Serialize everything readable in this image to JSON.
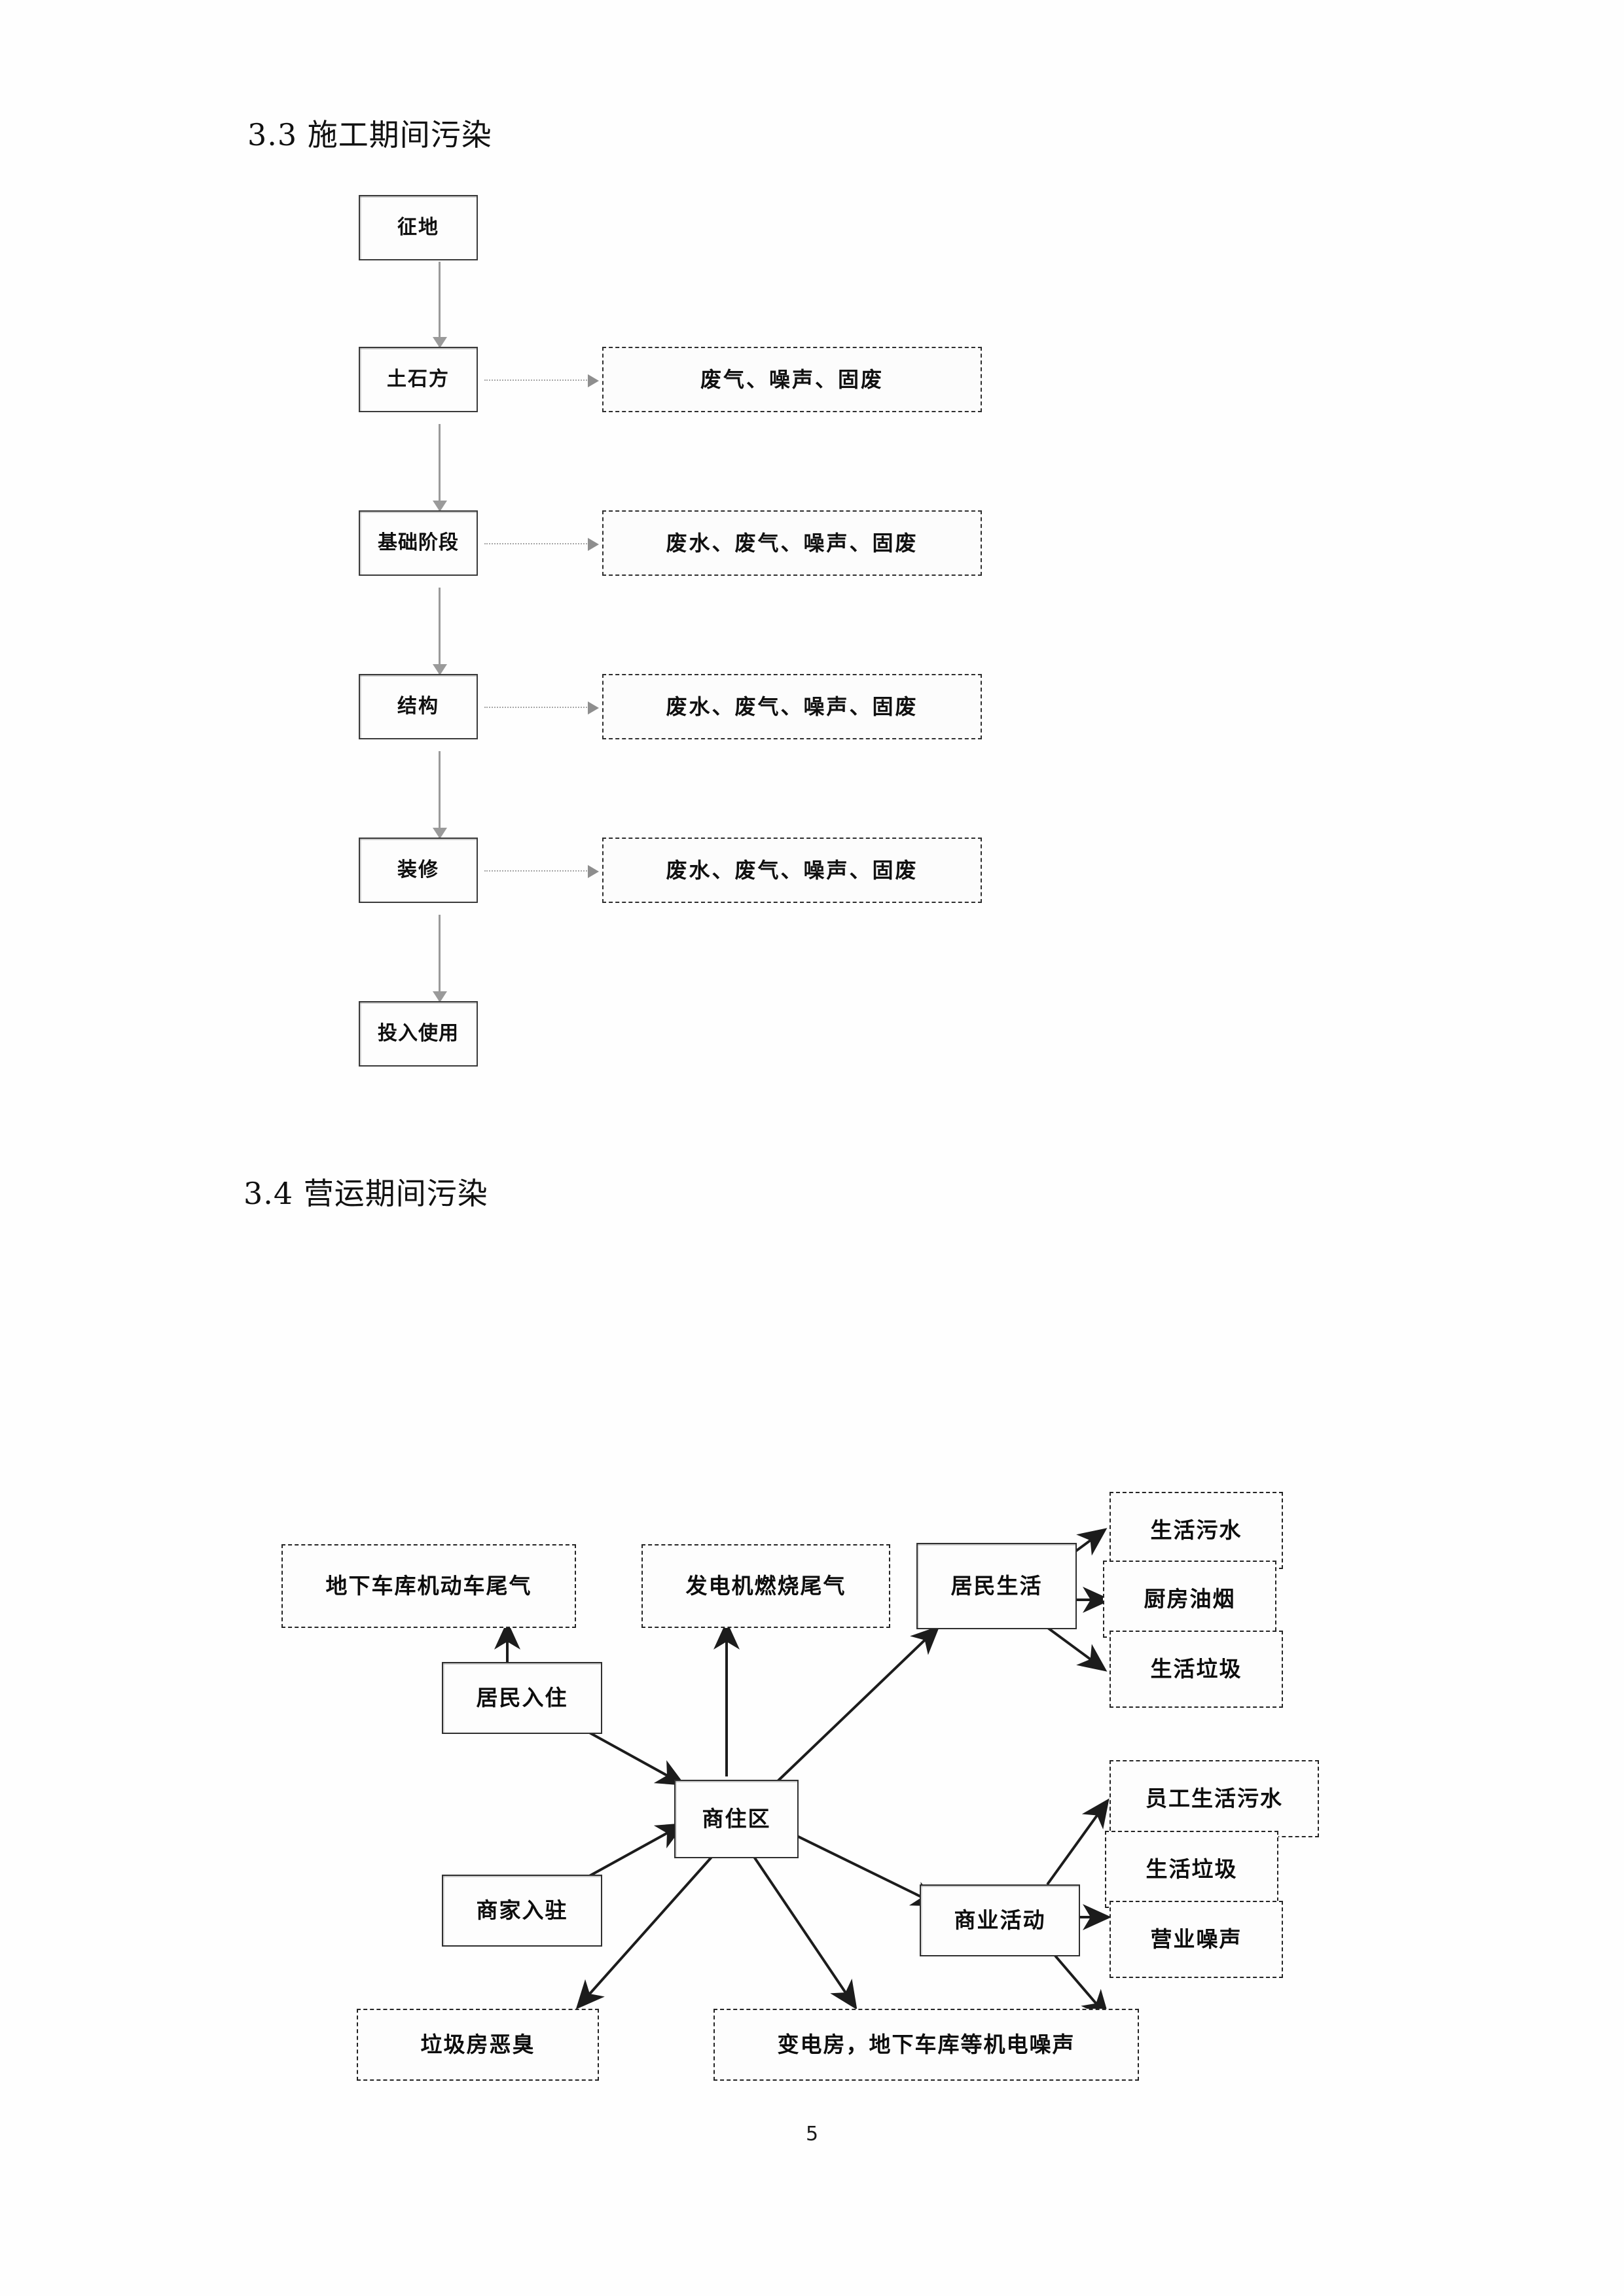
{
  "page": {
    "page_number": "5",
    "background_color": "#fefefe",
    "text_color": "#101010"
  },
  "sections": [
    {
      "number": "3.3",
      "heading": "3.3 施工期间污染"
    },
    {
      "number": "3.4",
      "heading": "3.4  营运期间污染"
    }
  ],
  "construction_flowchart": {
    "title": "施工期间污染",
    "stages": [
      {
        "label": "征地",
        "pollutants": null
      },
      {
        "label": "土石方",
        "pollutants": "废气、噪声、固废"
      },
      {
        "label": "基础阶段",
        "pollutants": "废水、废气、噪声、固废"
      },
      {
        "label": "结构",
        "pollutants": "废水、废气、噪声、固废"
      },
      {
        "label": "装修",
        "pollutants": "废水、废气、噪声、固废"
      },
      {
        "label": "投入使用",
        "pollutants": null
      }
    ]
  },
  "operation_flowchart": {
    "title": "营运期间污染",
    "nodes": {
      "garage_exhaust": "地下车库机动车尾气",
      "generator_exhaust": "发电机燃烧尾气",
      "resident_move_in": "居民入住",
      "merchant_move_in": "商家入驻",
      "commercial_residential_area": "商住区",
      "resident_life": "居民生活",
      "commercial_activity": "商业活动",
      "domestic_sewage": "生活污水",
      "kitchen_fumes": "厨房油烟",
      "domestic_waste_1": "生活垃圾",
      "staff_domestic_sewage": "员工生活污水",
      "domestic_waste_2": "生活垃圾",
      "business_noise": "营业噪声",
      "garbage_room_odor": "垃圾房恶臭",
      "electromechanical_noise": "变电房，地下车库等机电噪声"
    }
  }
}
